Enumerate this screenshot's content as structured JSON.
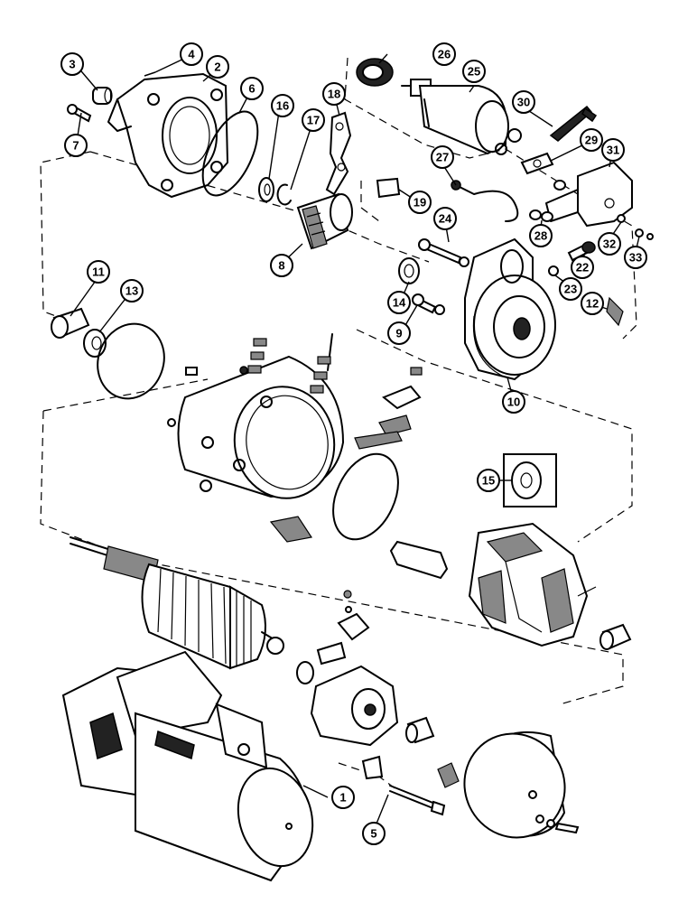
{
  "callouts": {
    "c1": "1",
    "c2": "2",
    "c3": "3",
    "c4": "4",
    "c5": "5",
    "c6": "6",
    "c7": "7",
    "c8": "8",
    "c9": "9",
    "c10": "10",
    "c11": "11",
    "c12": "12",
    "c13": "13",
    "c14": "14",
    "c15": "15",
    "c16": "16",
    "c17": "17",
    "c18": "18",
    "c19": "19",
    "c22": "22",
    "c23": "23",
    "c24": "24",
    "c25": "25",
    "c26": "26",
    "c27": "27",
    "c28": "28",
    "c29": "29",
    "c30": "30",
    "c31": "31",
    "c32": "32",
    "c33": "33"
  }
}
